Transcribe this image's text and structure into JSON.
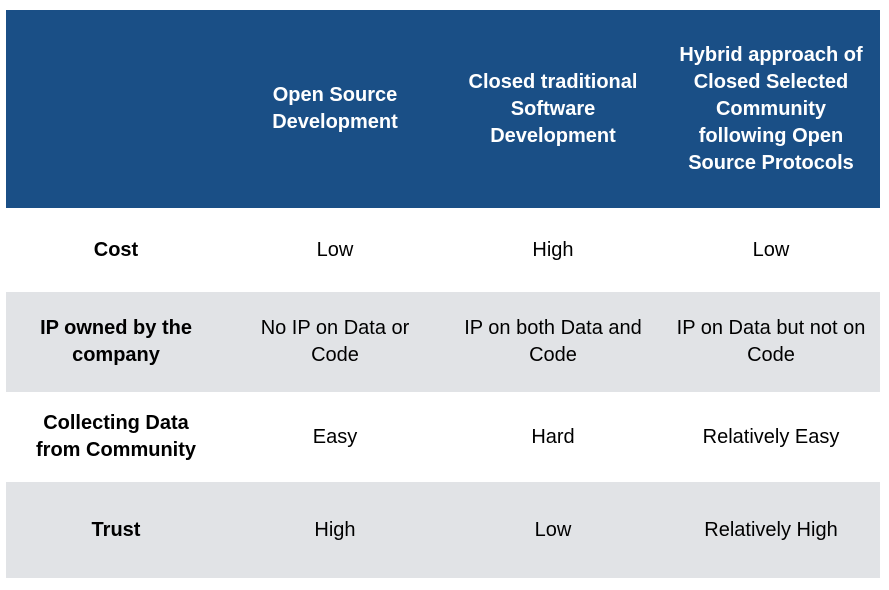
{
  "table": {
    "header": {
      "col0": "",
      "col1_lines": [
        "Open Source",
        "Development"
      ],
      "col2_lines": [
        "Closed traditional",
        "Software",
        "Development"
      ],
      "col3_lines": [
        "Hybrid approach of",
        "Closed Selected",
        "Community",
        "following Open",
        "Source Protocols"
      ]
    },
    "rows": [
      {
        "label_lines": [
          "Cost"
        ],
        "open_lines": [
          "Low"
        ],
        "closed_lines": [
          "High"
        ],
        "hybrid_lines": [
          "Low"
        ]
      },
      {
        "label_lines": [
          "IP owned by the",
          "company"
        ],
        "open_lines": [
          "No IP on Data or",
          "Code"
        ],
        "closed_lines": [
          "IP on both Data and",
          "Code"
        ],
        "hybrid_lines": [
          "IP on Data but not on",
          "Code"
        ]
      },
      {
        "label_lines": [
          "Collecting Data",
          "from Community"
        ],
        "open_lines": [
          "Easy"
        ],
        "closed_lines": [
          "Hard"
        ],
        "hybrid_lines": [
          "Relatively Easy"
        ]
      },
      {
        "label_lines": [
          "Trust"
        ],
        "open_lines": [
          "High"
        ],
        "closed_lines": [
          "Low"
        ],
        "hybrid_lines": [
          "Relatively High"
        ]
      }
    ]
  },
  "colors": {
    "header_bg": "#1a4f86",
    "stripe_bg": "#e1e3e6"
  }
}
